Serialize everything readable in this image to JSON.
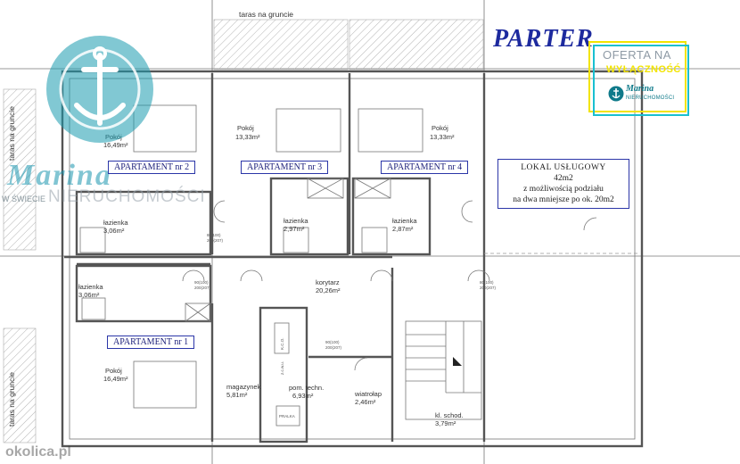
{
  "heading": "PARTER",
  "offer": {
    "line1": "OFERTA NA",
    "line2": "WYŁĄCZNOŚĆ",
    "brand": "Marina",
    "brand_sub": "NIERUCHOMOŚCI"
  },
  "watermark": {
    "brand": "Marina",
    "prefix": "W ŚWIECIE",
    "suffix": "NIERUCHOMOŚCI",
    "site": "okolica.pl"
  },
  "terraces": {
    "top": "taras na gruncie",
    "left_top": "taras na gruncie",
    "left_bottom": "taras na gruncie"
  },
  "apartments": [
    {
      "label": "APARTAMENT nr 2"
    },
    {
      "label": "APARTAMENT nr 3"
    },
    {
      "label": "APARTAMENT nr 4"
    },
    {
      "label": "APARTAMENT nr 1"
    }
  ],
  "lokal": {
    "title": "LOKAL USŁUGOWY",
    "area": "42m2",
    "line3": "z możliwością podziału",
    "line4": "na dwa mniejsze po ok. 20m2"
  },
  "rooms": {
    "pokoj2_name": "Pokój",
    "pokoj2_area": "16,49m²",
    "pokoj3_name": "Pokój",
    "pokoj3_area": "13,33m²",
    "pokoj4_name": "Pokój",
    "pokoj4_area": "13,33m²",
    "lazienka2_name": "łazienka",
    "lazienka2_area": "3,06m²",
    "lazienka3_name": "łazienka",
    "lazienka3_area": "2,97m²",
    "lazienka4_name": "łazienka",
    "lazienka4_area": "2,87m²",
    "lazienka1_name": "łazienka",
    "lazienka1_area": "3,06m²",
    "korytarz_name": "korytarz",
    "korytarz_area": "20,26m²",
    "pokoj1_name": "Pokój",
    "pokoj1_area": "16,49m²",
    "magazynek_name": "magazynek",
    "magazynek_area": "5,81m²",
    "techn_name": "pom. techn.",
    "techn_area": "6,93m²",
    "wiatrolap_name": "wiatrołap",
    "wiatrolap_area": "2,46m²",
    "klatka_name": "kl. schod.",
    "klatka_area": "3,79m²"
  },
  "fixtures": {
    "kco": "K.C.O.",
    "zwu": "z.c.w.u.",
    "pralka": "PRALKA"
  },
  "doors": {
    "d1": "90(100)",
    "d1b": "200(207)",
    "d2": "80(100)",
    "d2b": "200(207)"
  }
}
